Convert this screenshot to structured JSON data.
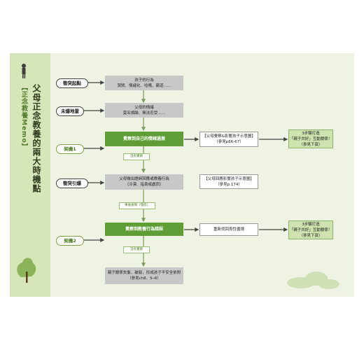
{
  "sidebar": {
    "title_small": "【正念教養Memo】",
    "title_main": "父母正念教養的兩大時機點"
  },
  "labels": {
    "conflict_start": "衝突起點",
    "unexploded": "未爆地雷",
    "chance1": "契機1",
    "conflict_trigger": "衝突引爆",
    "chance2": "契機2"
  },
  "boxes": {
    "child_behavior": [
      "孩子的行為",
      "哭鬧、情緒化、唸嘴、霸道……"
    ],
    "parent_emotion": [
      "父母的情緒",
      "莫名煩躁、無法忍受……"
    ],
    "aware_emotion": "覺察到自己的情緒過激",
    "parent_react": [
      "父母做出語詞回應或教養行為",
      "（冷漠、指責或處罰）"
    ],
    "aware_behavior": "覺察到教養行為錯誤",
    "outcome": [
      "親子關係失衡、破裂，形成孩子不安全依附",
      "（參見ch8、5─6）"
    ],
    "ref1": [
      "【父母覺察&影響孩子示意圖】",
      "（參見p66-67）"
    ],
    "ref2": [
      "【父母回應影響孩子示意圖】",
      "（參見p.174）"
    ],
    "repair": "重新找回良性循環",
    "steps1": [
      "3步驟打造",
      "「親子共好」互動關係！",
      "（參見下頁）"
    ],
    "steps2": [
      "3步驟打造",
      "「親子共好」互動關係！",
      "（參見下頁）"
    ]
  },
  "tags": {
    "no_aware1": "沒有覺察",
    "hurt": "事後後悔（愧疚）",
    "no_aware2": "沒有覺察"
  }
}
